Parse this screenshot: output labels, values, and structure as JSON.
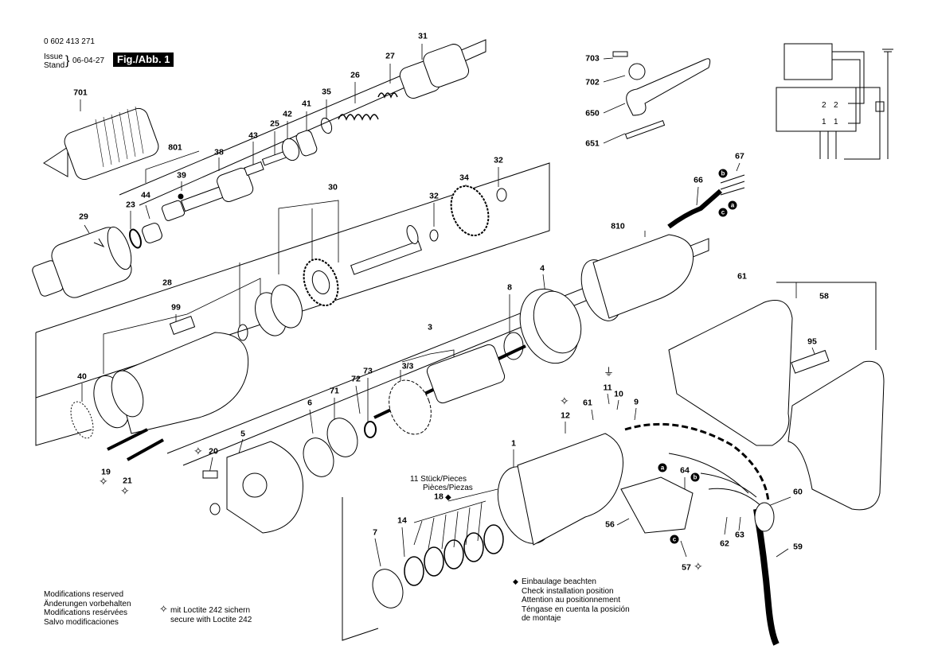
{
  "header": {
    "doc_number": "0 602 413 271",
    "issue_label": "Issue",
    "stand_label": "Stand",
    "date": "06-04-27",
    "figure_label": "Fig./Abb. 1"
  },
  "parts": [
    {
      "id": "p701",
      "label": "701"
    },
    {
      "id": "p801",
      "label": "801"
    },
    {
      "id": "p38",
      "label": "38"
    },
    {
      "id": "p39",
      "label": "39"
    },
    {
      "id": "p44",
      "label": "44"
    },
    {
      "id": "p23",
      "label": "23"
    },
    {
      "id": "p29",
      "label": "29"
    },
    {
      "id": "p43",
      "label": "43"
    },
    {
      "id": "p25",
      "label": "25"
    },
    {
      "id": "p42",
      "label": "42"
    },
    {
      "id": "p41",
      "label": "41"
    },
    {
      "id": "p35",
      "label": "35"
    },
    {
      "id": "p26",
      "label": "26"
    },
    {
      "id": "p27",
      "label": "27"
    },
    {
      "id": "p31",
      "label": "31"
    },
    {
      "id": "p30",
      "label": "30"
    },
    {
      "id": "p32a",
      "label": "32"
    },
    {
      "id": "p34",
      "label": "34"
    },
    {
      "id": "p32b",
      "label": "32"
    },
    {
      "id": "p28",
      "label": "28"
    },
    {
      "id": "p99",
      "label": "99"
    },
    {
      "id": "p40",
      "label": "40"
    },
    {
      "id": "p703",
      "label": "703"
    },
    {
      "id": "p702",
      "label": "702"
    },
    {
      "id": "p650",
      "label": "650"
    },
    {
      "id": "p651",
      "label": "651"
    },
    {
      "id": "p66",
      "label": "66"
    },
    {
      "id": "p67",
      "label": "67"
    },
    {
      "id": "p810",
      "label": "810"
    },
    {
      "id": "p4",
      "label": "4"
    },
    {
      "id": "p8",
      "label": "8"
    },
    {
      "id": "p3",
      "label": "3"
    },
    {
      "id": "p33",
      "label": "3/3"
    },
    {
      "id": "p73",
      "label": "73"
    },
    {
      "id": "p72",
      "label": "72"
    },
    {
      "id": "p71",
      "label": "71"
    },
    {
      "id": "p6",
      "label": "6"
    },
    {
      "id": "p5",
      "label": "5"
    },
    {
      "id": "p20",
      "label": "20"
    },
    {
      "id": "p19",
      "label": "19"
    },
    {
      "id": "p21",
      "label": "21"
    },
    {
      "id": "p61a",
      "label": "61"
    },
    {
      "id": "p58",
      "label": "58"
    },
    {
      "id": "p95",
      "label": "95"
    },
    {
      "id": "p11",
      "label": "11"
    },
    {
      "id": "p10",
      "label": "10"
    },
    {
      "id": "p9",
      "label": "9"
    },
    {
      "id": "p61b",
      "label": "61"
    },
    {
      "id": "p12",
      "label": "12"
    },
    {
      "id": "p1",
      "label": "1"
    },
    {
      "id": "p18",
      "label": "18"
    },
    {
      "id": "p14",
      "label": "14"
    },
    {
      "id": "p7",
      "label": "7"
    },
    {
      "id": "p64",
      "label": "64"
    },
    {
      "id": "p60",
      "label": "60"
    },
    {
      "id": "p56",
      "label": "56"
    },
    {
      "id": "p62",
      "label": "62"
    },
    {
      "id": "p63",
      "label": "63"
    },
    {
      "id": "p59",
      "label": "59"
    },
    {
      "id": "p57",
      "label": "57"
    }
  ],
  "wire_markers": {
    "a": "a",
    "b": "b",
    "c": "c"
  },
  "schematic": {
    "t1": "2",
    "t2": "2",
    "t3": "1",
    "t4": "1"
  },
  "pieces_note": [
    "11 Stück/Pieces",
    "Pièces/Piezas"
  ],
  "notes": {
    "modifications": [
      "Modifications reserved",
      "Änderungen vorbehalten",
      "Modifications resérvées",
      "Salvo modificaciones"
    ],
    "loctite": [
      "mit Loctite 242 sichern",
      "secure with Loctite 242"
    ],
    "installation": [
      "Einbaulage beachten",
      "Check installation position",
      "Attention au positionnement",
      "Téngase en cuenta la posición",
      "de montaje"
    ]
  }
}
